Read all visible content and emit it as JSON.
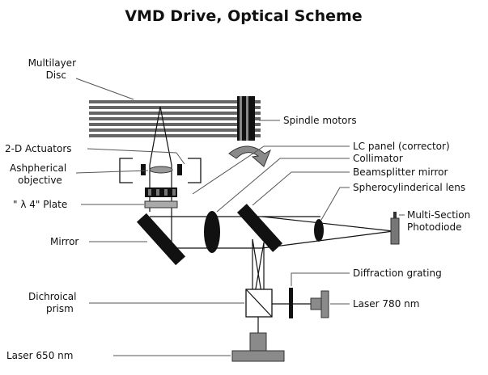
{
  "title": "VMD Drive, Optical Scheme",
  "labels": {
    "multilayer_disc": [
      "Multilayer",
      "Disc"
    ],
    "spindle_motors": "Spindle motors",
    "actuators_2d": "2-D Actuators",
    "objective": [
      "Ashpherical",
      "objective"
    ],
    "quarter_plate": "\" λ 4\" Plate",
    "mirror": "Mirror",
    "dichroical_prism": [
      "Dichroical",
      "prism"
    ],
    "laser_650": "Laser 650 nm",
    "lc_panel": "LC panel (corrector)",
    "collimator": "Collimator",
    "beamsplitter": "Beamsplitter mirror",
    "spherocylindrical_lens": "Spherocylinderical lens",
    "photodiode": [
      "Multi-Section",
      "Photodiode"
    ],
    "diffraction_grating": "Diffraction grating",
    "laser_780": "Laser 780 nm"
  },
  "colors": {
    "line": "#111111",
    "component_fill": "#8a8a8a",
    "leader": "#555555"
  }
}
